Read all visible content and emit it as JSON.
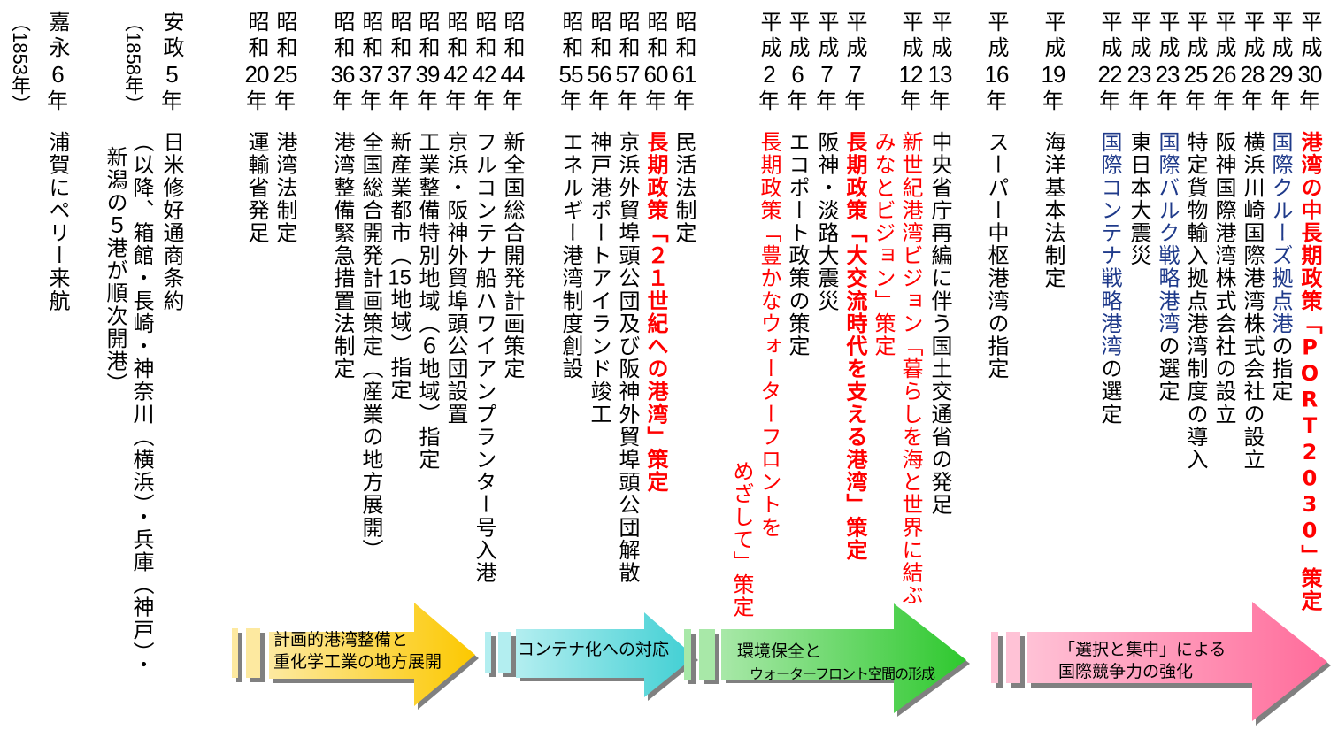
{
  "colors": {
    "red": "#ff0000",
    "blue": "#1f3a8a",
    "yellow": "#fcc800",
    "cyan": "#3fcfd3",
    "green": "#2ec82e",
    "pink": "#ff6b9a"
  },
  "western_years": [
    "（1853年）",
    "（1858年）"
  ],
  "years": [
    {
      "era": "嘉永",
      "num": "6",
      "nen": "年"
    },
    {
      "era": "安政",
      "num": "5",
      "nen": "年"
    },
    {
      "era": "昭和",
      "num": "20",
      "nen": "年"
    },
    {
      "era": "昭和",
      "num": "25",
      "nen": "年"
    },
    {
      "era": "昭和",
      "num": "36",
      "nen": "年"
    },
    {
      "era": "昭和",
      "num": "37",
      "nen": "年"
    },
    {
      "era": "昭和",
      "num": "37",
      "nen": "年"
    },
    {
      "era": "昭和",
      "num": "39",
      "nen": "年"
    },
    {
      "era": "昭和",
      "num": "42",
      "nen": "年"
    },
    {
      "era": "昭和",
      "num": "42",
      "nen": "年"
    },
    {
      "era": "昭和",
      "num": "44",
      "nen": "年"
    },
    {
      "era": "昭和",
      "num": "55",
      "nen": "年"
    },
    {
      "era": "昭和",
      "num": "56",
      "nen": "年"
    },
    {
      "era": "昭和",
      "num": "57",
      "nen": "年"
    },
    {
      "era": "昭和",
      "num": "60",
      "nen": "年"
    },
    {
      "era": "昭和",
      "num": "61",
      "nen": "年"
    },
    {
      "era": "平成",
      "num": "2",
      "nen": "年"
    },
    {
      "era": "平成",
      "num": "6",
      "nen": "年"
    },
    {
      "era": "平成",
      "num": "7",
      "nen": "年"
    },
    {
      "era": "平成",
      "num": "7",
      "nen": "年"
    },
    {
      "era": "平成",
      "num": "12",
      "nen": "年"
    },
    {
      "era": "平成",
      "num": "13",
      "nen": "年"
    },
    {
      "era": "平成",
      "num": "16",
      "nen": "年"
    },
    {
      "era": "平成",
      "num": "19",
      "nen": "年"
    },
    {
      "era": "平成",
      "num": "22",
      "nen": "年"
    },
    {
      "era": "平成",
      "num": "23",
      "nen": "年"
    },
    {
      "era": "平成",
      "num": "23",
      "nen": "年"
    },
    {
      "era": "平成",
      "num": "25",
      "nen": "年"
    },
    {
      "era": "平成",
      "num": "26",
      "nen": "年"
    },
    {
      "era": "平成",
      "num": "28",
      "nen": "年"
    },
    {
      "era": "平成",
      "num": "29",
      "nen": "年"
    },
    {
      "era": "平成",
      "num": "30",
      "nen": "年"
    }
  ],
  "events": [
    {
      "segments": [
        {
          "text": "浦賀にペリー来航",
          "style": "black"
        }
      ]
    },
    {
      "segments": [
        {
          "text": "日米修好通商条約",
          "style": "black"
        }
      ]
    },
    {
      "segments": [
        {
          "text": "（以降、箱館・長崎・神奈川（横浜）・兵庫（神戸）・",
          "style": "black"
        }
      ]
    },
    {
      "segments": [
        {
          "text": "新潟の５港が順次開港）",
          "style": "black"
        }
      ]
    },
    {
      "segments": [
        {
          "text": "運輸省発足",
          "style": "black"
        }
      ]
    },
    {
      "segments": [
        {
          "text": "港湾法制定",
          "style": "black"
        }
      ]
    },
    {
      "segments": [
        {
          "text": "港湾整備緊急措置法制定",
          "style": "black"
        }
      ]
    },
    {
      "segments": [
        {
          "text": "全国総合開発計画策定（産業の地方展開）",
          "style": "black"
        }
      ]
    },
    {
      "segments": [
        {
          "text": "新産業都市（",
          "style": "black"
        },
        {
          "text": "15",
          "style": "tcy"
        },
        {
          "text": "地域）指定",
          "style": "black"
        }
      ]
    },
    {
      "segments": [
        {
          "text": "工業整備特別地域（６地域）指定",
          "style": "black"
        }
      ]
    },
    {
      "segments": [
        {
          "text": "京浜・阪神外貿埠頭公団設置",
          "style": "black"
        }
      ]
    },
    {
      "segments": [
        {
          "text": "フルコンテナ船ハワイアンプランター号入港",
          "style": "black"
        }
      ]
    },
    {
      "segments": [
        {
          "text": "新全国総合開発計画策定",
          "style": "black"
        }
      ]
    },
    {
      "segments": [
        {
          "text": "エネルギー港湾制度創設",
          "style": "black"
        }
      ]
    },
    {
      "segments": [
        {
          "text": "神戸港ポートアイランド竣工",
          "style": "black"
        }
      ]
    },
    {
      "segments": [
        {
          "text": "京浜外貿埠頭公団及び阪神外貿埠頭公団解散",
          "style": "black"
        }
      ]
    },
    {
      "segments": [
        {
          "text": "長期政策「２１世紀への港湾」策定",
          "style": "redb"
        }
      ]
    },
    {
      "segments": [
        {
          "text": "民活法制定",
          "style": "black"
        }
      ]
    },
    {
      "segments": [
        {
          "text": "長期政策「豊かなウォーターフロントを",
          "style": "red"
        }
      ]
    },
    {
      "segments": [
        {
          "text": "めざして」策定",
          "style": "red"
        }
      ]
    },
    {
      "segments": [
        {
          "text": "エコポート政策の策定",
          "style": "black"
        }
      ]
    },
    {
      "segments": [
        {
          "text": "阪神・淡路大震災",
          "style": "black"
        }
      ]
    },
    {
      "segments": [
        {
          "text": "長期政策「大交流時代を支える港湾」策定",
          "style": "redb"
        }
      ]
    },
    {
      "segments": [
        {
          "text": "みなとビジョン」策定",
          "style": "red"
        }
      ]
    },
    {
      "segments": [
        {
          "text": "新世紀港湾ビジョン「暮らしを海と世界に結ぶ",
          "style": "red"
        }
      ]
    },
    {
      "segments": [
        {
          "text": "中央省庁再編に伴う国土交通省の発足",
          "style": "black"
        }
      ]
    },
    {
      "segments": [
        {
          "text": "スーパー中枢港湾の指定",
          "style": "black"
        }
      ]
    },
    {
      "segments": [
        {
          "text": "海洋基本法制定",
          "style": "black"
        }
      ]
    },
    {
      "segments": [
        {
          "text": "国際コンテナ戦略港湾",
          "style": "blue"
        },
        {
          "text": "の選定",
          "style": "black"
        }
      ]
    },
    {
      "segments": [
        {
          "text": "東日本大震災",
          "style": "black"
        }
      ]
    },
    {
      "segments": [
        {
          "text": "国際バルク戦略港湾",
          "style": "blue"
        },
        {
          "text": "の選定",
          "style": "black"
        }
      ]
    },
    {
      "segments": [
        {
          "text": "特定貨物輸入拠点港湾制度の導入",
          "style": "black"
        }
      ]
    },
    {
      "segments": [
        {
          "text": "阪神国際港湾株式会社の設立",
          "style": "black"
        }
      ]
    },
    {
      "segments": [
        {
          "text": "横浜川崎国際港湾株式会社の設立",
          "style": "black"
        }
      ]
    },
    {
      "segments": [
        {
          "text": "国際クルーズ拠点港",
          "style": "blue"
        },
        {
          "text": "の指定",
          "style": "black"
        }
      ]
    },
    {
      "segments": [
        {
          "text": "港湾の中長期政策「PORT2030」策定",
          "style": "redb"
        }
      ]
    }
  ],
  "phases": [
    {
      "lines": [
        "計画的港湾整備と",
        "重化学工業の地方展開"
      ]
    },
    {
      "lines": [
        "コンテナ化への対応"
      ]
    },
    {
      "lines": [
        "環境保全と",
        "ウォーターフロント空間の形成"
      ]
    },
    {
      "lines": [
        "「選択と集中」による",
        "国際競争力の強化"
      ]
    }
  ]
}
